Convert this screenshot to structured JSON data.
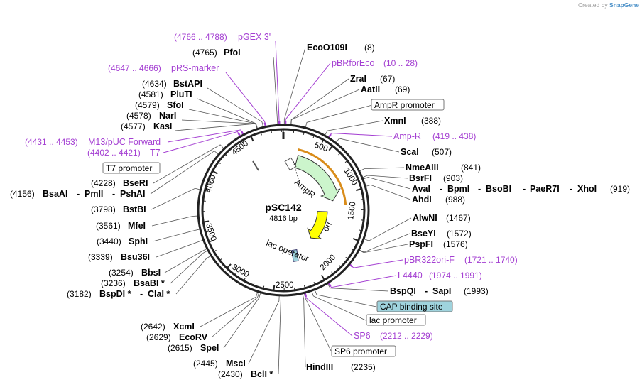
{
  "credit": {
    "prefix": "Created by",
    "brand": "SnapGene"
  },
  "plasmid": {
    "name": "pSC142",
    "size": "4816 bp"
  },
  "ticks": [
    "500",
    "1000",
    "1500",
    "2000",
    "2500",
    "3000",
    "3500",
    "4000",
    "4500"
  ],
  "features": {
    "ampr": "AmpR",
    "ori": "ori",
    "lac_operator": "lac operator"
  },
  "labels": {
    "pgex3": [
      "(4766 .. 4788)",
      "pGEX 3'"
    ],
    "pfoi": [
      "(4765)",
      "PfoI"
    ],
    "prs": [
      "(4647 .. 4666)",
      "pRS-marker"
    ],
    "bstapi": [
      "(4634)",
      "BstAPI"
    ],
    "pluti": [
      "(4581)",
      "PluTI"
    ],
    "sfoi": [
      "(4579)",
      "SfoI"
    ],
    "nari": [
      "(4578)",
      "NarI"
    ],
    "kasi": [
      "(4577)",
      "KasI"
    ],
    "m13": [
      "(4431 .. 4453)",
      "M13/pUC Forward"
    ],
    "t7": [
      "(4402 .. 4421)",
      "T7"
    ],
    "t7prom": "T7 promoter",
    "beseri": [
      "(4228)",
      "BseRI"
    ],
    "bsaai": [
      "(4156)",
      "BsaAI",
      "PmlI",
      "PshAI"
    ],
    "bstbi": [
      "(3798)",
      "BstBI"
    ],
    "mfei": [
      "(3561)",
      "MfeI"
    ],
    "sphi": [
      "(3440)",
      "SphI"
    ],
    "bsu36i": [
      "(3339)",
      "Bsu36I"
    ],
    "bbsi": [
      "(3254)",
      "BbsI"
    ],
    "bsabi": [
      "(3236)",
      "BsaBI *"
    ],
    "bspdi": [
      "(3182)",
      "BspDI *",
      "ClaI *"
    ],
    "xcmi": [
      "(2642)",
      "XcmI"
    ],
    "ecorv": [
      "(2629)",
      "EcoRV"
    ],
    "spei": [
      "(2615)",
      "SpeI"
    ],
    "msci": [
      "(2445)",
      "MscI"
    ],
    "bcli": [
      "(2430)",
      "BclI *"
    ],
    "hindiii": [
      "HindIII",
      "(2235)"
    ],
    "sp6prom": "SP6 promoter",
    "sp6": [
      "SP6",
      "(2212 .. 2229)"
    ],
    "lacprom": "lac promoter",
    "cap": "CAP binding site",
    "bspqi": [
      "BspQI",
      "SapI",
      "(1993)"
    ],
    "l4440": [
      "L4440",
      "(1974 .. 1991)"
    ],
    "pbr322": [
      "pBR322ori-F",
      "(1721 .. 1740)"
    ],
    "pspfi": [
      "PspFI",
      "(1576)"
    ],
    "bseyi": [
      "BseYI",
      "(1572)"
    ],
    "alwni": [
      "AlwNI",
      "(1467)"
    ],
    "ahdi": [
      "AhdI",
      "(988)"
    ],
    "avai": [
      "AvaI",
      "BpmI",
      "BsoBI",
      "PaeR7I",
      "XhoI",
      "(919)"
    ],
    "bsrfi": [
      "BsrFI",
      "(903)"
    ],
    "nmeaiii": [
      "NmeAIII",
      "(841)"
    ],
    "scai": [
      "ScaI",
      "(507)"
    ],
    "ampr_site": [
      "Amp-R",
      "(419 .. 438)"
    ],
    "xmni": [
      "XmnI",
      "(388)"
    ],
    "amprprom": "AmpR promoter",
    "aatii": [
      "AatII",
      "(69)"
    ],
    "zrai": [
      "ZraI",
      "(67)"
    ],
    "pbrforeco": [
      "pBRforEco",
      "(10 .. 28)"
    ],
    "eco109i": [
      "EcoO109I",
      "(8)"
    ]
  },
  "colors": {
    "purple": "#a43fd2",
    "ampr_fill": "#ccf5cc",
    "ori_fill": "#ffff00",
    "cap_fill": "#9fd3dd",
    "orange": "#d98c1a"
  }
}
